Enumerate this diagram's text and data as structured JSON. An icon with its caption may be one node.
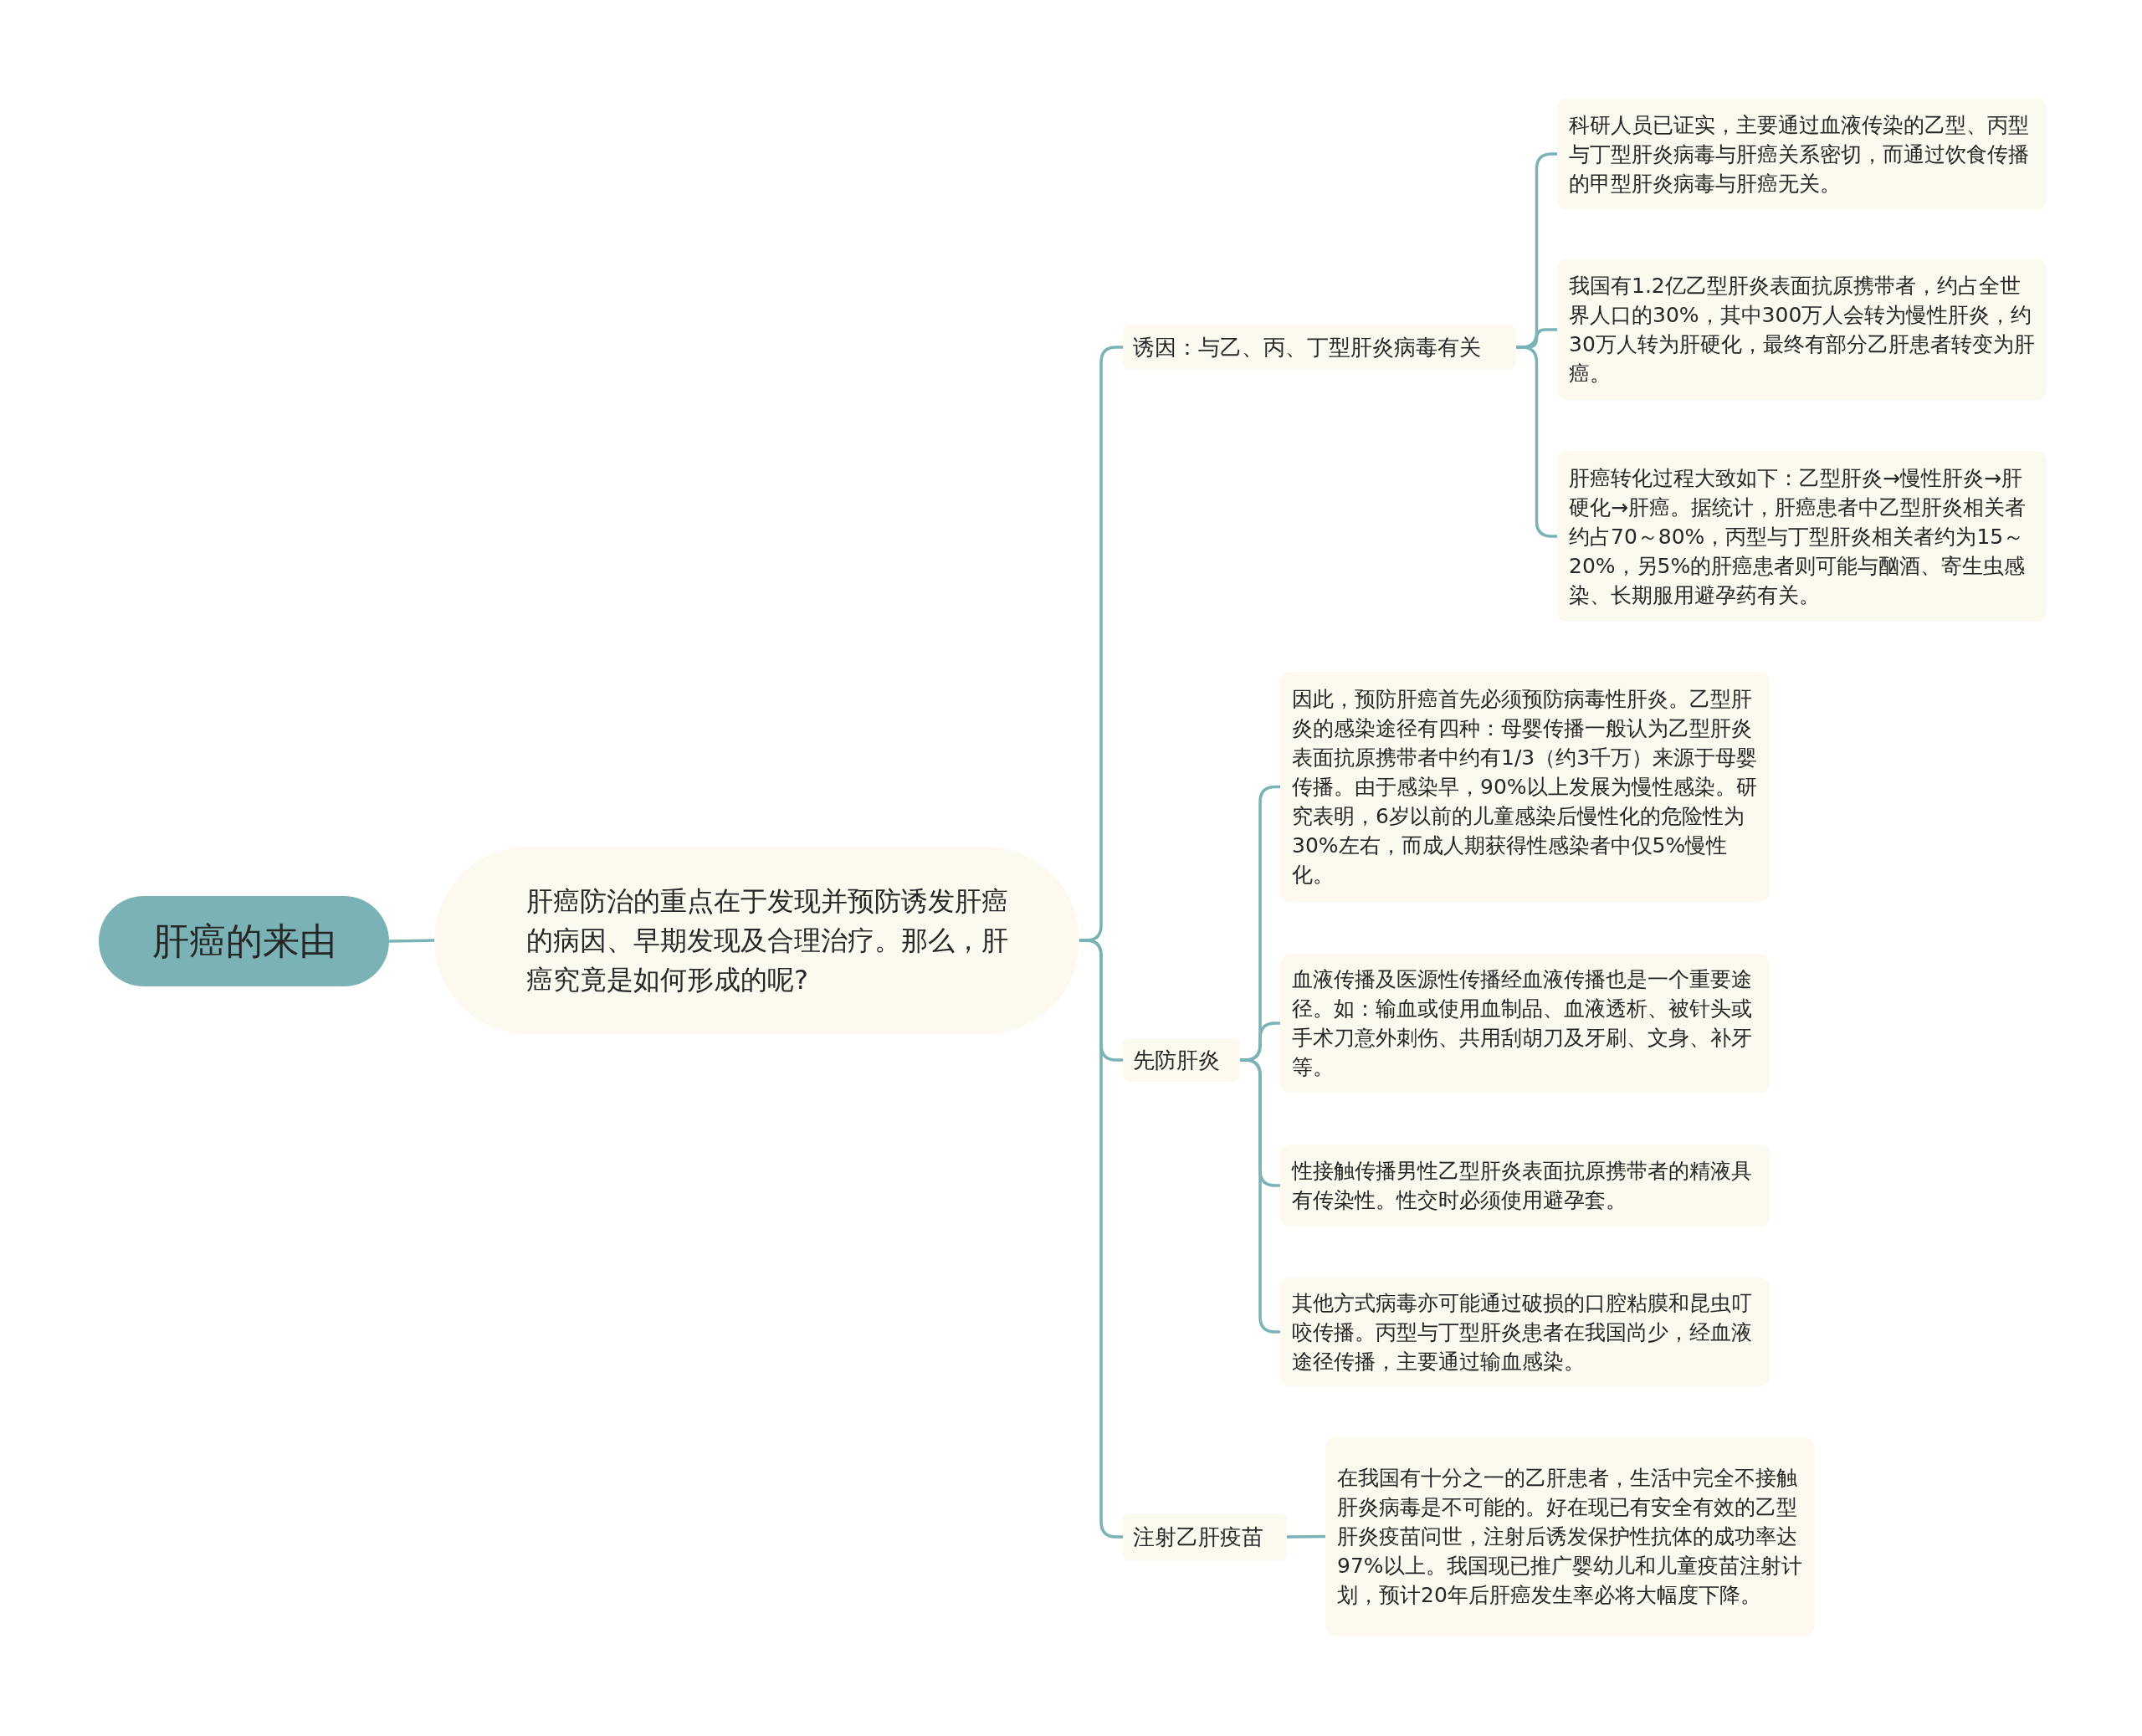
{
  "diagram": {
    "nodes": [
      {
        "text": [
          "肝癌的来由"
        ]
      },
      {
        "text": [
          "肝癌防治的重点在于发现并预防诱发肝癌的病因、早期发现及合理治疗。那么，肝癌究竟是如何形成的呢?"
        ]
      },
      {
        "text": [
          "诱因：与乙、丙、丁型肝炎病毒有关"
        ]
      },
      {
        "text": [
          "先防肝炎"
        ]
      },
      {
        "text": [
          "注射乙肝疫苗"
        ]
      },
      {
        "text": [
          "科研人员已证实，主要通过血液传染的乙型、丙型与丁型肝炎病毒与肝癌关系密切，而通过饮食传播的甲型肝炎病毒与肝癌无关。"
        ]
      },
      {
        "text": [
          "我国有1.2亿乙型肝炎表面抗原携带者，约占全世界人口的30%，其中300万人会转为慢性肝炎，约30万人转为肝硬化，最终有部分乙肝患者转变为肝癌。"
        ]
      },
      {
        "text": [
          "肝癌转化过程大致如下：乙型肝炎→慢性肝炎→肝硬化→肝癌。据统计，肝癌患者中乙型肝炎相关者约占70～80%，丙型与丁型肝炎相关者约为15～20%，另5%的肝癌患者则可能与酗酒、寄生虫感染、长期服用避孕药有关。"
        ]
      },
      {
        "text": [
          "因此，预防肝癌首先必须预防病毒性肝炎。乙型肝炎的感染途径有四种：母婴传播一般认为乙型肝炎表面抗原携带者中约有1/3（约3千万）来源于母婴传播。由于感染早，90%以上发展为慢性感染。研究表明，6岁以前的儿童感染后慢性化的危险性为30%左右，而成人期获得性感染者中仅5%慢性化。"
        ]
      },
      {
        "text": [
          "血液传播及医源性传播经血液传播也是一个重要途径。如：输血或使用血制品、血液透析、被针头或手术刀意外刺伤、共用刮胡刀及牙刷、文身、补牙等。"
        ]
      },
      {
        "text": [
          "性接触传播男性乙型肝炎表面抗原携带者的精液具有传染性。性交时必须使用避孕套。"
        ]
      },
      {
        "text": [
          "其他方式病毒亦可能通过破损的口腔粘膜和昆虫叮咬传播。丙型与丁型肝炎患者在我国尚少，经血液途径传播，主要通过输血感染。"
        ]
      },
      {
        "text": [
          "在我国有十分之一的乙肝患者，生活中完全不接触肝炎病毒是不可能的。好在现已有安全有效的乙型肝炎疫苗问世，注射后诱发保护性抗体的成功率达97%以上。我国现已推广婴幼儿和儿童疫苗注射计划，预计20年后肝癌发生率必将大幅度下降。"
        ]
      }
    ],
    "edges": [
      {
        "from": 0,
        "to": 1,
        "arrow": "none"
      },
      {
        "from": 1,
        "to": 2,
        "arrow": "none"
      },
      {
        "from": 1,
        "to": 3,
        "arrow": "none"
      },
      {
        "from": 1,
        "to": 4,
        "arrow": "none"
      },
      {
        "from": 2,
        "to": 5,
        "arrow": "none"
      },
      {
        "from": 2,
        "to": 6,
        "arrow": "none"
      },
      {
        "from": 2,
        "to": 7,
        "arrow": "none"
      },
      {
        "from": 3,
        "to": 8,
        "arrow": "none"
      },
      {
        "from": 3,
        "to": 9,
        "arrow": "none"
      },
      {
        "from": 3,
        "to": 10,
        "arrow": "none"
      },
      {
        "from": 3,
        "to": 11,
        "arrow": "none"
      },
      {
        "from": 4,
        "to": 12,
        "arrow": "none"
      }
    ]
  }
}
